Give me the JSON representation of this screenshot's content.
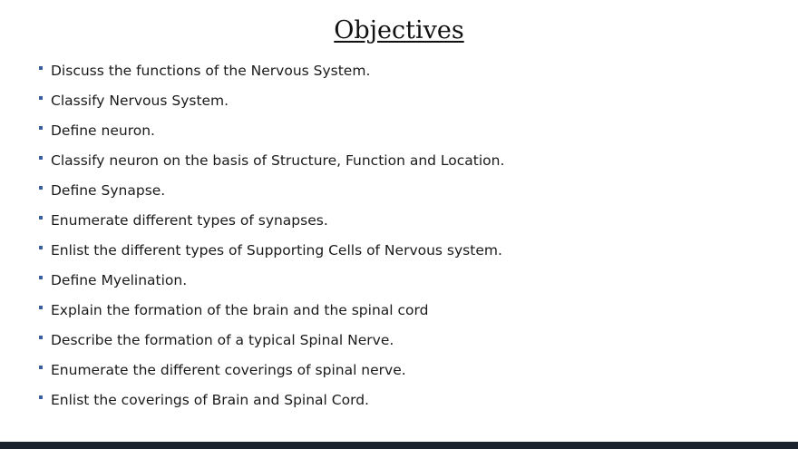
{
  "slide": {
    "title": "Objectives",
    "bullets": [
      "Discuss the functions of the Nervous System.",
      "Classify Nervous System.",
      "Define neuron.",
      "Classify neuron on the basis of Structure, Function and Location.",
      "Define Synapse.",
      "Enumerate different types of synapses.",
      "Enlist the different types of Supporting Cells of Nervous system.",
      "Define Myelination.",
      "Explain the formation of the brain and the spinal cord",
      "Describe the formation of a typical Spinal Nerve.",
      "Enumerate the different coverings of spinal nerve.",
      "Enlist the coverings of Brain and Spinal Cord."
    ],
    "colors": {
      "background": "#ffffff",
      "text": "#1a1a1a",
      "bullet": "#3a5f9f",
      "bottom_bar": "#1b232e"
    }
  }
}
